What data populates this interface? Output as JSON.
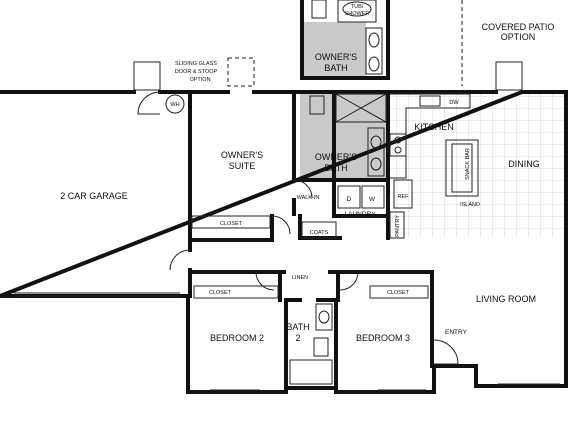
{
  "labels": {
    "covered_patio_1": "COVERED PATIO",
    "covered_patio_2": "OPTION",
    "tub_shower_1": "TUB/",
    "tub_shower_2": "SHOWER",
    "owners_bath_upper_1": "OWNER'S",
    "owners_bath_upper_2": "BATH",
    "sliding_glass_1": "SLIDING GLASS",
    "sliding_glass_2": "DOOR & STOOP",
    "sliding_glass_3": "OPTION",
    "wh": "WH",
    "kitchen": "KITCHEN",
    "dw": "DW",
    "owners_suite_1": "OWNER'S",
    "owners_suite_2": "SUITE",
    "owners_bath_lower_1": "OWNER'S",
    "owners_bath_lower_2": "BATH",
    "dining": "DINING",
    "snack_bar": "SNACK BAR",
    "garage": "2 CAR GARAGE",
    "walk_in": "WALK-IN",
    "d": "D",
    "w": "W",
    "ref": "REF",
    "laundry": "LAUNDRY",
    "island": "ISLAND",
    "closet_suite": "CLOSET",
    "coats": "COATS",
    "pantry": "PANTRY",
    "linen": "LINEN",
    "closet_bed2": "CLOSET",
    "closet_bed3": "CLOSET",
    "living_room": "LIVING ROOM",
    "bath2_1": "BATH",
    "bath2_2": "2",
    "entry": "ENTRY",
    "bedroom2": "BEDROOM 2",
    "bedroom3": "BEDROOM 3"
  },
  "colors": {
    "wall": "#111111",
    "tile": "#c9c9c9",
    "background": "#ffffff"
  }
}
